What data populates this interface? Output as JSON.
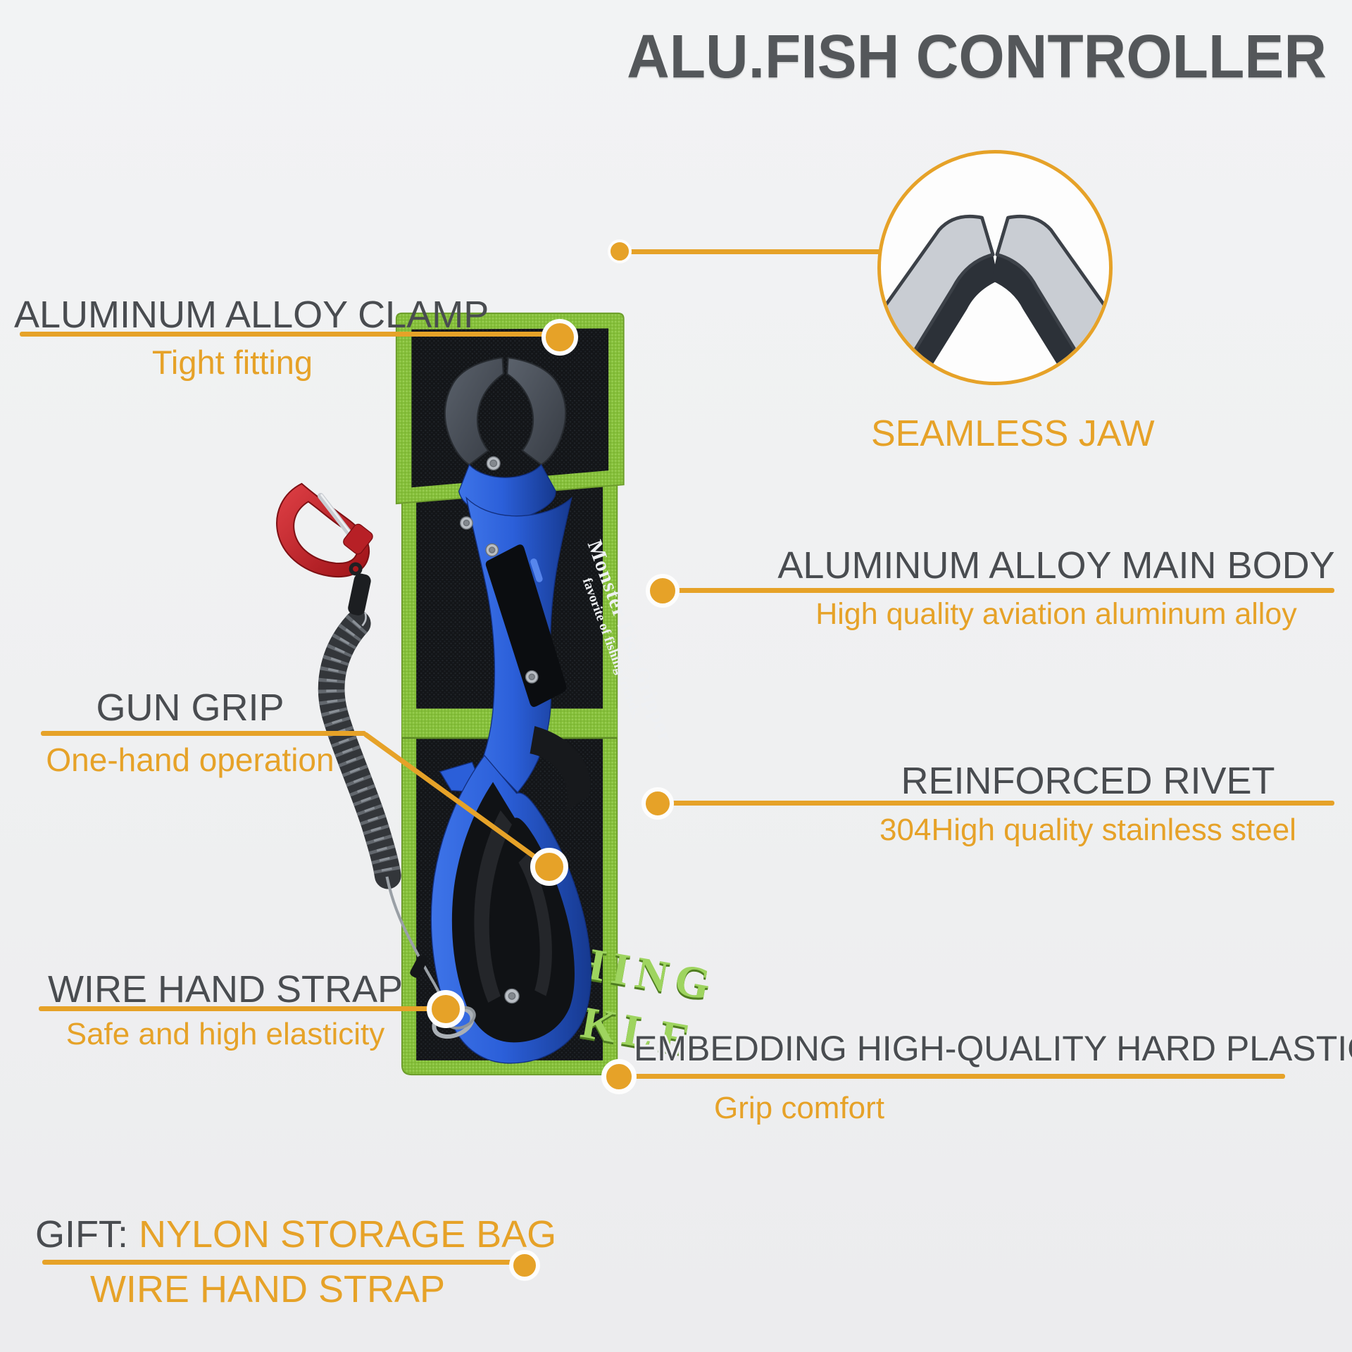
{
  "title": "ALU.FISH CONTROLLER",
  "accent_color": "#e6a228",
  "title_color": "#54575a",
  "label_color": "#494c50",
  "callouts": {
    "clamp": {
      "label": "ALUMINUM ALLOY CLAMP",
      "sub": "Tight fitting"
    },
    "seamless_jaw": {
      "label": "SEAMLESS JAW"
    },
    "main_body": {
      "label": "ALUMINUM ALLOY MAIN BODY",
      "sub": "High quality aviation aluminum alloy"
    },
    "gun_grip": {
      "label": "GUN GRIP",
      "sub": "One-hand operation"
    },
    "rivet": {
      "label": "REINFORCED RIVET",
      "sub": "304High quality stainless steel"
    },
    "wire_strap": {
      "label": "WIRE HAND STRAP",
      "sub": "Safe and high elasticity"
    },
    "hard_plastic": {
      "label": "EMBEDDING HIGH-QUALITY HARD PLASTIC",
      "sub": "Grip comfort"
    },
    "gift": {
      "prefix": "GIFT: ",
      "label": "NYLON STORAGE BAG",
      "sub": "WIRE HAND STRAP"
    }
  },
  "product": {
    "brand_line1": "Monster Fish Gripper",
    "brand_line2": "favorite of fishing friends.",
    "bag_line1": "FISHING",
    "bag_line2": "TACKLE",
    "colors": {
      "gripper_blue": "#2b5fd9",
      "bag_green": "#8cc63e",
      "bag_black": "#17191c",
      "carabiner_red": "#c2262c",
      "jaw_gray": "#4a505a"
    }
  }
}
